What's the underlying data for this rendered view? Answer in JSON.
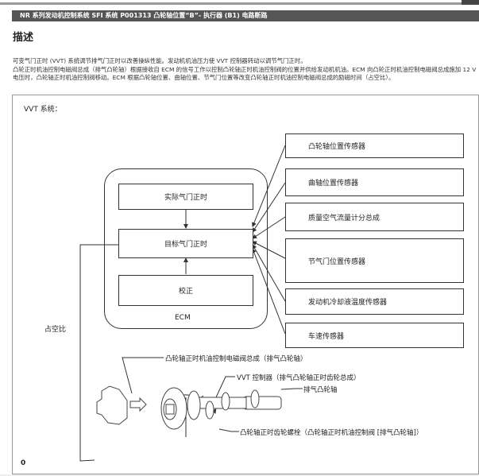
{
  "header": {
    "title": "NR 系列发动机控制系统  SFI 系统  P001313  凸轮轴位置“B”- 执行器 (B1) 电路断路"
  },
  "section": {
    "heading": "描述"
  },
  "description": {
    "paragraphs": [
      "可变气门正时 (VVT) 系统调节排气门正时以改善操纵性能。发动机机油压力使 VVT 控制器转动以调节气门正时。",
      "凸轮正时机油控制电磁阀总成（排气凸轮轴）根据接收自 ECM 的信号工作以控制凸轮轴正时机油控制阀的位置并供给发动机机油。ECM 向凸轮正时机油控制电磁阀总成施加 12 V 电压时，凸轮轴正时机油控制阀移动。ECM 根据凸轮轴位置、曲轴位置、节气门位置等改变凸轮轴正时机油控制电磁阀总成的励磁时间（占空比）。"
    ]
  },
  "diagram": {
    "title": "VVT 系统：",
    "ecm_label": "ECM",
    "ecm_blocks": [
      "实际气门正时",
      "目标气门正时",
      "校正"
    ],
    "sensors": [
      "凸轮轴位置传感器",
      "曲轴位置传感器",
      "质量空气流量计分总成",
      "节气门位置传感器",
      "发动机冷却液温度传感器",
      "车速传感器"
    ],
    "duty_label": "占空比",
    "callouts": [
      "凸轮轴正时机油控制电磁阀总成（排气凸轮轴）",
      "VVT 控制器（排气凸轮轴正时齿轮总成）",
      "排气凸轮轴",
      "凸轮轴正时齿轮螺栓（凸轮轴正时机油控制阀 [排气凸轮轴]）"
    ],
    "figure_id": "0"
  }
}
